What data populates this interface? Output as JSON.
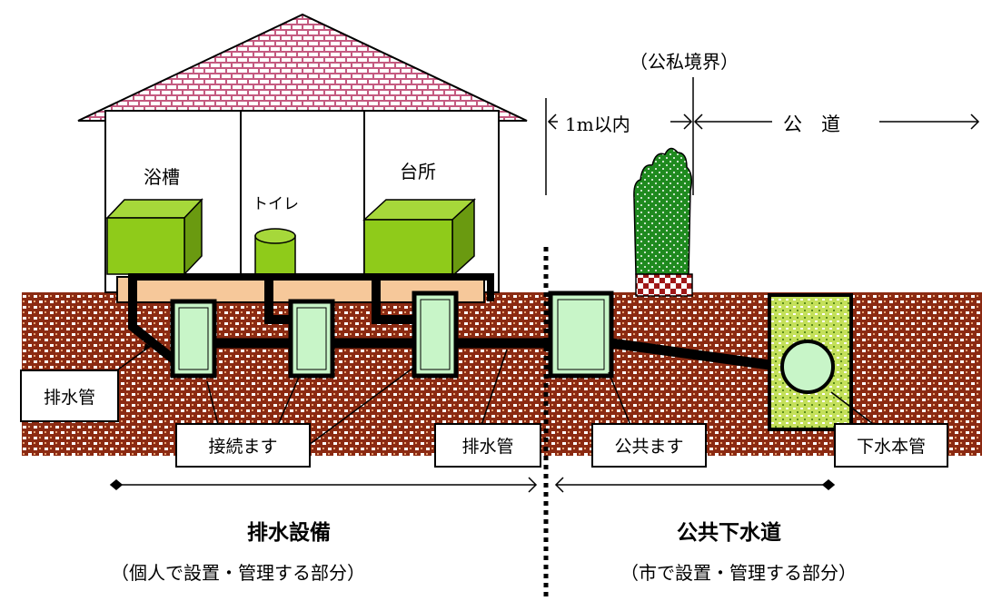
{
  "labels": {
    "room_bath": "浴槽",
    "room_toilet": "トイレ",
    "room_kitchen": "台所",
    "boundary": "（公私境界）",
    "within_1m": "1m以内",
    "public_road": "公　道",
    "callout_pipe_left": "排水管",
    "callout_connection": "接続ます",
    "callout_pipe_mid": "排水管",
    "callout_public_basin": "公共ます",
    "callout_main": "下水本管",
    "section_private_title": "排水設備",
    "section_private_sub": "（個人で設置・管理する部分）",
    "section_public_title": "公共下水道",
    "section_public_sub": "（市で設置・管理する部分）"
  },
  "colors": {
    "soil": "#8b2a12",
    "roof": "#c45a80",
    "fixture_green": "#8fcb1a",
    "floor_slab": "#f6c89a",
    "basin_fill": "#c8f5c8",
    "tree_green": "#1f8a1f",
    "main_area": "#c4e05a"
  }
}
